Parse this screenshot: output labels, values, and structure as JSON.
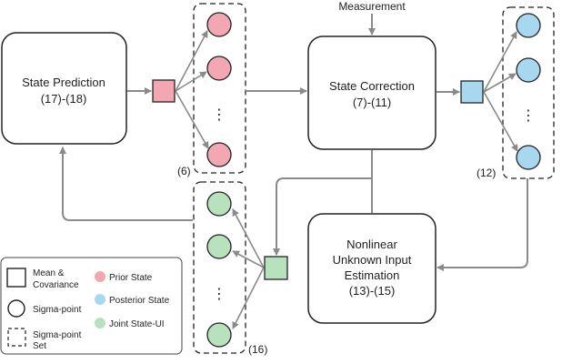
{
  "colors": {
    "prior": "#f2a7b2",
    "posterior": "#a8d8ef",
    "joint": "#b8e2bd",
    "arrow": "#8a8a8a",
    "stroke": "#222222"
  },
  "state_prediction": {
    "title": "State Prediction",
    "eq": "(17)-(18)"
  },
  "state_correction": {
    "title": "State Correction",
    "eq": "(7)-(11)"
  },
  "input_estimation": {
    "line1": "Nonlinear",
    "line2": "Unknown Input",
    "line3": "Estimation",
    "eq": "(13)-(15)"
  },
  "measurement": "Measurement",
  "set_labels": {
    "prior": "(6)",
    "posterior": "(12)",
    "joint": "(16)"
  },
  "dots": "⋮",
  "legend": {
    "mean_cov": [
      "Mean &",
      "Covariance"
    ],
    "sigma_point": "Sigma-point",
    "sigma_set": [
      "Sigma-point",
      "Set"
    ],
    "prior": "Prior State",
    "posterior": "Posterior State",
    "joint": "Joint State-UI"
  }
}
